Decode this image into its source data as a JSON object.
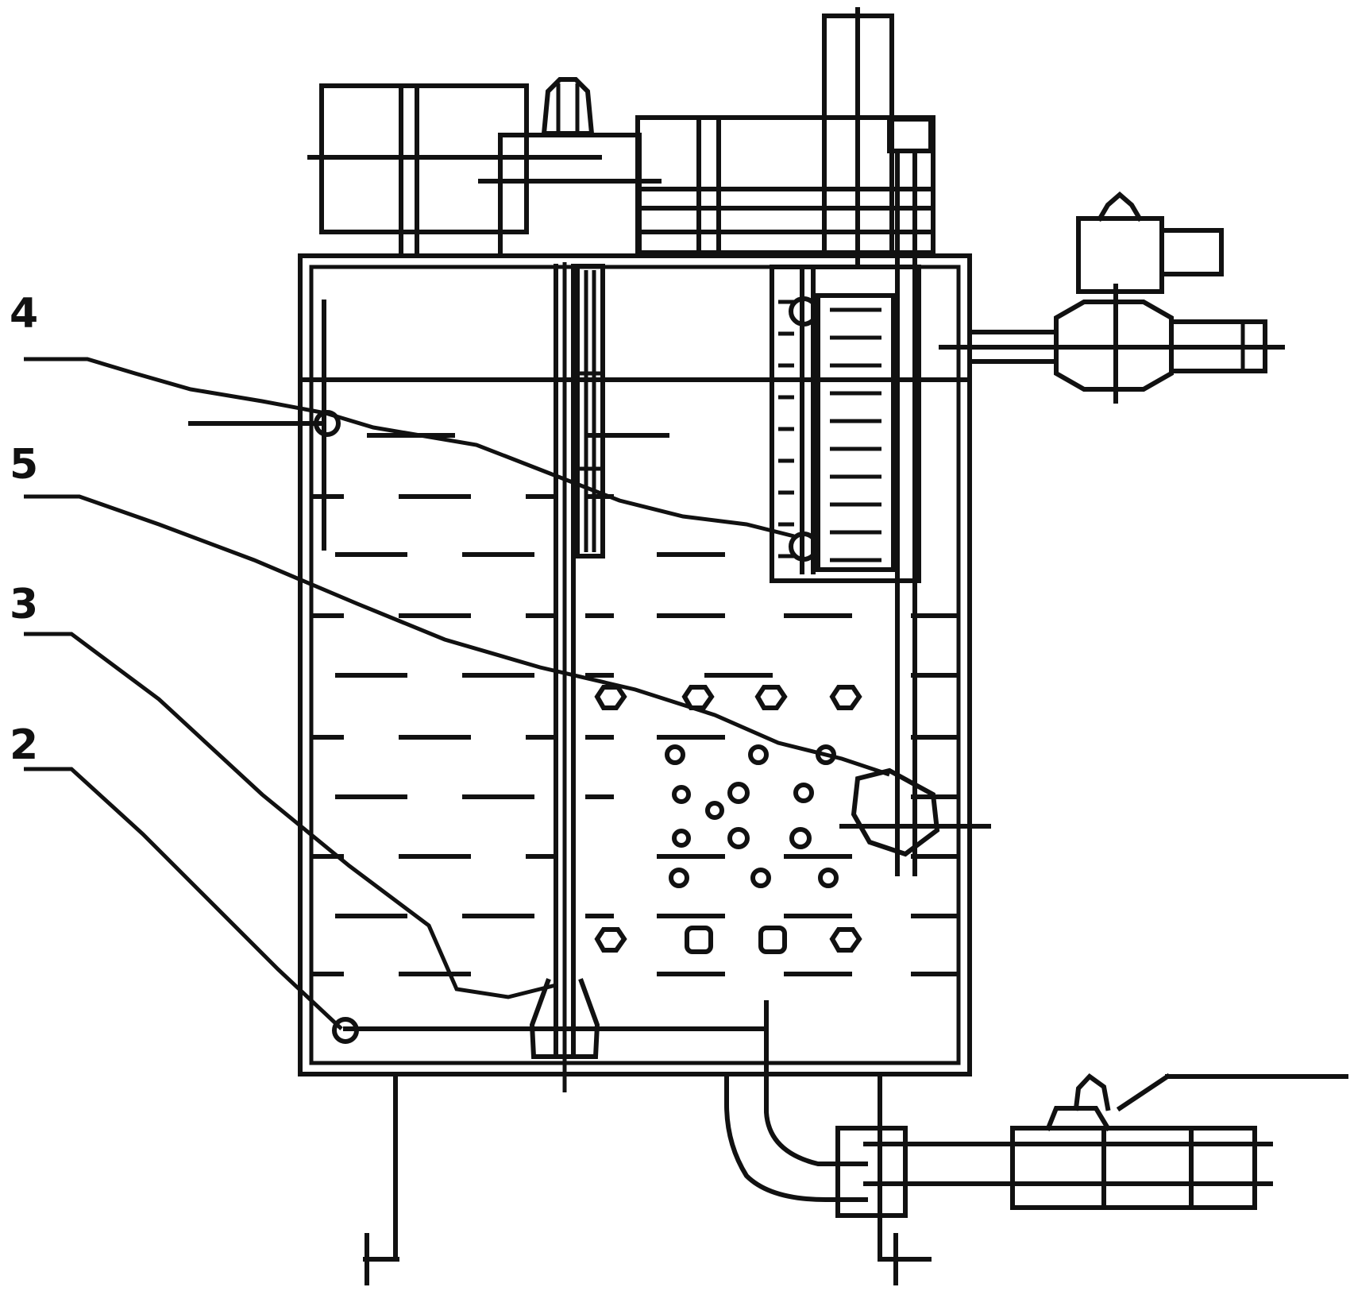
{
  "diagram": {
    "callouts": [
      {
        "id": "c4",
        "label": "4"
      },
      {
        "id": "c5",
        "label": "5"
      },
      {
        "id": "c3",
        "label": "3"
      },
      {
        "id": "c2",
        "label": "2"
      }
    ]
  },
  "colors": {
    "ink": "#111111",
    "background": "#ffffff"
  }
}
